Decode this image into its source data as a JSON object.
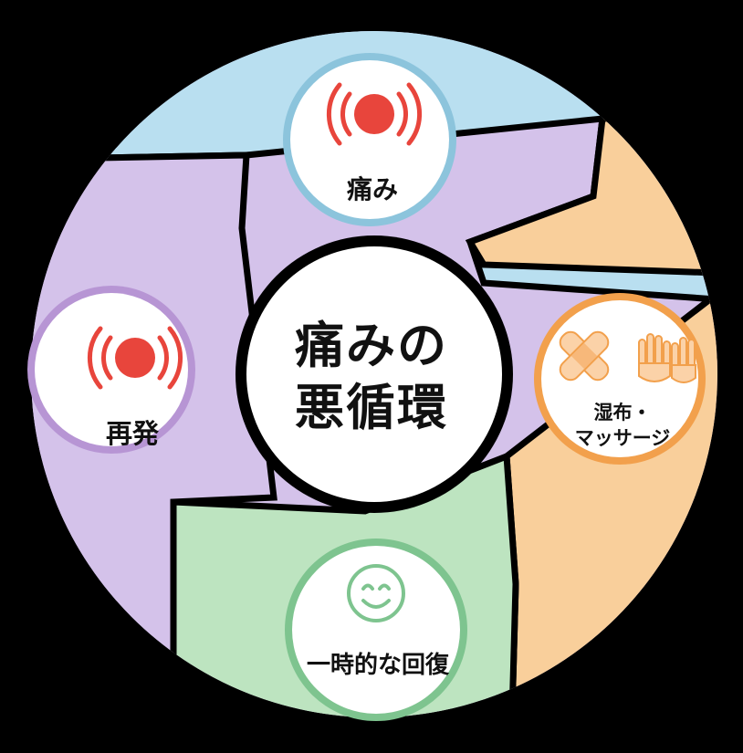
{
  "center": {
    "line1": "痛みの",
    "line2": "悪循環"
  },
  "nodes": {
    "top": {
      "label": "痛み",
      "icon": "pain-signal-icon",
      "color": "#8cc4dc"
    },
    "right": {
      "line1": "湿布・",
      "line2": "マッサージ",
      "icon": "bandage-and-hands-icon",
      "color": "#f2a04c"
    },
    "bottom": {
      "label": "一時的な回復",
      "icon": "smile-face-icon",
      "color": "#7ec48f"
    },
    "left": {
      "label": "再発",
      "icon": "pain-signal-icon",
      "color": "#b795d4"
    }
  },
  "colors": {
    "background": "#000000",
    "sector_blue": "#b9dff0",
    "sector_orange": "#f9cf9b",
    "sector_green": "#bde4c0",
    "sector_purple": "#d4c2ea",
    "pain_red": "#e8453c"
  }
}
